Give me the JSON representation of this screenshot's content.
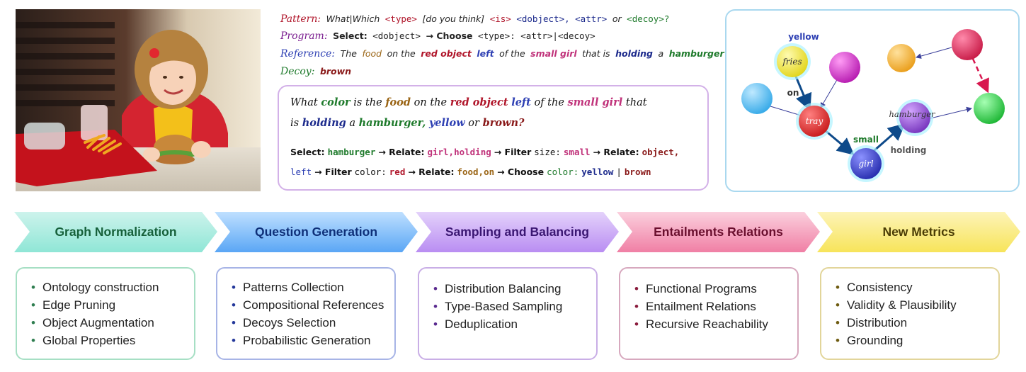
{
  "pattern": {
    "pattern_label": "Pattern:",
    "pattern_parts": [
      "What|Which",
      "<type>",
      "[do you think]",
      "<is>",
      "<dobject>,",
      "<attr>",
      "or",
      "<decoy>?"
    ],
    "program_label": "Program:",
    "program_parts": [
      "Select:",
      "<dobject>",
      "→ Choose",
      "<type>:",
      "<attr>|<decoy>"
    ],
    "reference_label": "Reference:",
    "reference_parts": [
      "The",
      "food",
      "on the",
      "red object",
      "left",
      "of the",
      "small girl",
      "that is",
      "holding",
      "a",
      "hamburger"
    ],
    "decoy_label": "Decoy:",
    "decoy_value": "brown"
  },
  "question": {
    "line1": [
      "What",
      "color",
      "is the",
      "food",
      "on the",
      "red object",
      "left",
      "of the",
      "small girl",
      "that"
    ],
    "line2": [
      "is",
      "holding",
      "a",
      "hamburger,",
      "yellow",
      "or",
      "brown?"
    ],
    "prog1": [
      "Select:",
      "hamburger",
      "→ Relate:",
      "girl,holding",
      "→ Filter",
      "size:",
      "small",
      "→ Relate:",
      "object,"
    ],
    "prog2": [
      "left",
      "→ Filter",
      "color:",
      "red",
      "→ Relate:",
      "food,on",
      "→ Choose",
      "color:",
      "yellow",
      "|",
      "brown"
    ]
  },
  "graph": {
    "nodes": {
      "fries": "fries",
      "tray": "tray",
      "girl": "girl",
      "hamburger": "hamburger"
    },
    "labels": {
      "yellow": "yellow",
      "on": "on",
      "small": "small",
      "holding": "holding"
    },
    "colors": {
      "fries": "#f2ea1e",
      "tray": "#d61f1f",
      "girl": "#2f35c9",
      "hamburger": "#8a3fd6",
      "cyan": "#3ab6f0",
      "magenta": "#c818c0",
      "orange": "#f3a81c",
      "crimson": "#d8174f",
      "green": "#1ec73a"
    }
  },
  "stages": [
    {
      "title": "Graph Normalization",
      "color_top": "#cdf3ec",
      "color_bottom": "#8fe6d6",
      "text_color": "#16603a",
      "border": "#a6dfc4",
      "bullet": "#2e7d4f",
      "items": [
        "Ontology construction",
        "Edge Pruning",
        "Object Augmentation",
        "Global Properties"
      ]
    },
    {
      "title": "Question Generation",
      "color_top": "#bfe0ff",
      "color_bottom": "#5aa6f5",
      "text_color": "#0e2f78",
      "border": "#a7b4e6",
      "bullet": "#23379a",
      "items": [
        "Patterns Collection",
        "Compositional References",
        "Decoys Selection",
        "Probabilistic Generation"
      ]
    },
    {
      "title": "Sampling and Balancing",
      "color_top": "#e4d2fb",
      "color_bottom": "#b98df2",
      "text_color": "#3a1672",
      "border": "#c9aee6",
      "bullet": "#5a2a8f",
      "items": [
        "Distribution Balancing",
        "Type-Based Sampling",
        "Deduplication"
      ]
    },
    {
      "title": "Entailments Relations",
      "color_top": "#fbd0de",
      "color_bottom": "#f07fa5",
      "text_color": "#6a0f2e",
      "border": "#d7a8be",
      "bullet": "#8a1c3d",
      "items": [
        "Functional Programs",
        "Entailment Relations",
        "Recursive Reachability"
      ]
    },
    {
      "title": "New Metrics",
      "color_top": "#fdf4b8",
      "color_bottom": "#f7e45a",
      "text_color": "#4a3c05",
      "border": "#e2d59a",
      "bullet": "#6e5b10",
      "items": [
        "Consistency",
        "Validity & Plausibility",
        "Distribution",
        "Grounding"
      ]
    }
  ]
}
